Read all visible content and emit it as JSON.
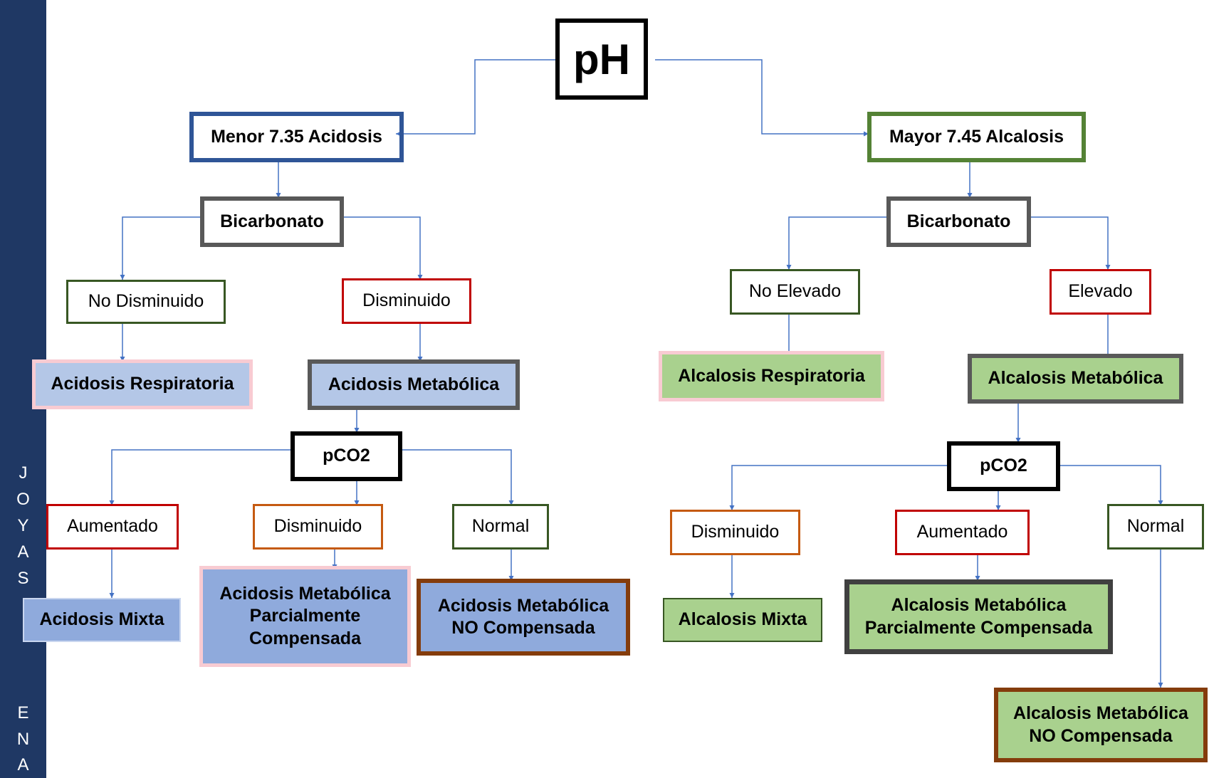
{
  "sidebar": {
    "letters_top": [
      "J",
      "O",
      "Y",
      "A",
      "S"
    ],
    "letters_bottom": [
      "E",
      "N",
      "A"
    ]
  },
  "root": {
    "label": "pH"
  },
  "left": {
    "category": "Menor 7.35 Acidosis",
    "bicarbonato": "Bicarbonato",
    "no_disminuido": "No Disminuido",
    "disminuido": "Disminuido",
    "respiratoria": "Acidosis Respiratoria",
    "metabolica": "Acidosis Metabólica",
    "pco2": "pCO2",
    "aumentado": "Aumentado",
    "pco2_disminuido": "Disminuido",
    "normal": "Normal",
    "mixta": "Acidosis Mixta",
    "parcial": [
      "Acidosis Metabólica",
      "Parcialmente",
      "Compensada"
    ],
    "no_compensada": [
      "Acidosis Metabólica",
      "NO Compensada"
    ]
  },
  "right": {
    "category": "Mayor 7.45 Alcalosis",
    "bicarbonato": "Bicarbonato",
    "no_elevado": "No Elevado",
    "elevado": "Elevado",
    "respiratoria": "Alcalosis Respiratoria",
    "metabolica": "Alcalosis Metabólica",
    "pco2": "pCO2",
    "disminuido": "Disminuido",
    "aumentado": "Aumentado",
    "normal": "Normal",
    "mixta": "Alcalosis Mixta",
    "parcial": [
      "Alcalosis Metabólica",
      "Parcialmente Compensada"
    ],
    "no_compensada": [
      "Alcalosis Metabólica",
      "NO Compensada"
    ]
  },
  "colors": {
    "sidebar": "#1f3864",
    "connector": "#4472c4",
    "acidosis_border": "#2f5597",
    "alcalosis_border": "#548235",
    "bicarbonato_border": "#595959",
    "red_border": "#c00000",
    "green_border": "#385723",
    "orange_border": "#c55a11",
    "brown_border": "#843c0c",
    "blue_fill": "#b4c7e7",
    "blue_fill_dark": "#8faadc",
    "green_fill": "#a9d18e",
    "pink_border": "#f8cbd2"
  }
}
